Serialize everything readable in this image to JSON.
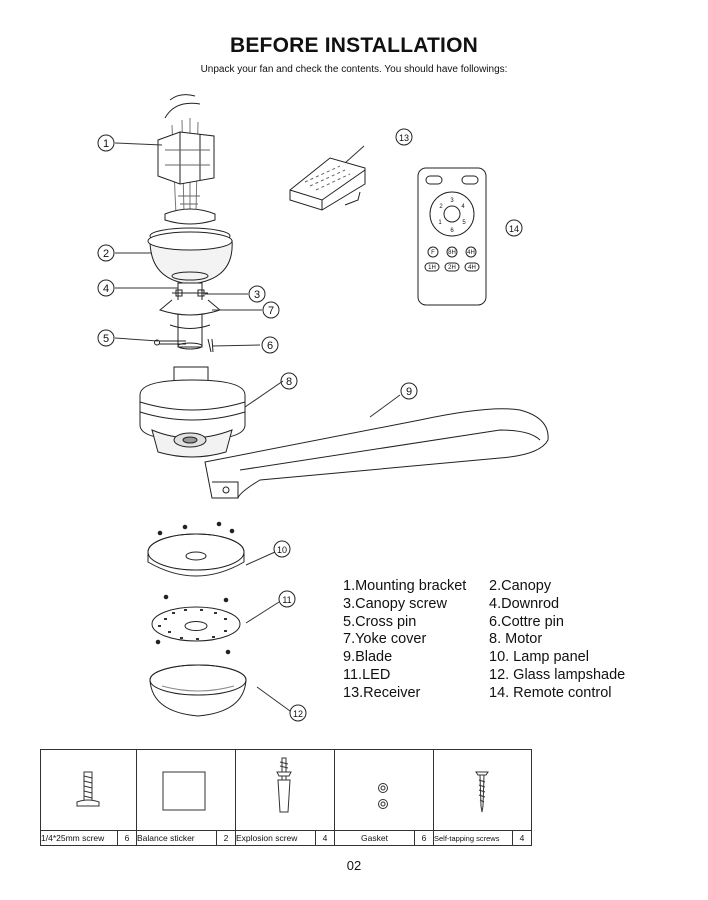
{
  "header": {
    "title": "BEFORE INSTALLATION",
    "subtitle": "Unpack your fan and check the contents. You should have followings:"
  },
  "callouts": [
    "1",
    "2",
    "3",
    "4",
    "5",
    "6",
    "7",
    "8",
    "9",
    "10",
    "11",
    "12",
    "13",
    "14"
  ],
  "remote": {
    "buttons": [
      "3",
      "2",
      "4",
      "1",
      "5",
      "6",
      "F",
      "8H",
      "4H",
      "1H",
      "2H",
      "4H"
    ]
  },
  "parts": [
    {
      "left": "1.Mounting bracket",
      "right": "2.Canopy"
    },
    {
      "left": "3.Canopy screw",
      "right": "4.Downrod"
    },
    {
      "left": "5.Cross pin",
      "right": "6.Cottre pin"
    },
    {
      "left": "7.Yoke cover",
      "right": "8. Motor"
    },
    {
      "left": "9.Blade",
      "right": "10. Lamp panel"
    },
    {
      "left": "11.LED",
      "right": "12. Glass lampshade"
    },
    {
      "left": "13.Receiver",
      "right": "14. Remote control"
    }
  ],
  "hardware": [
    {
      "label": "1/4*25mm screw",
      "qty": "6"
    },
    {
      "label": "Balance sticker",
      "qty": "2"
    },
    {
      "label": "Explosion screw",
      "qty": "4"
    },
    {
      "label": "Gasket",
      "qty": "6"
    },
    {
      "label": "Self-tapping screws",
      "qty": "4"
    }
  ],
  "footer": {
    "page_number": "02"
  }
}
